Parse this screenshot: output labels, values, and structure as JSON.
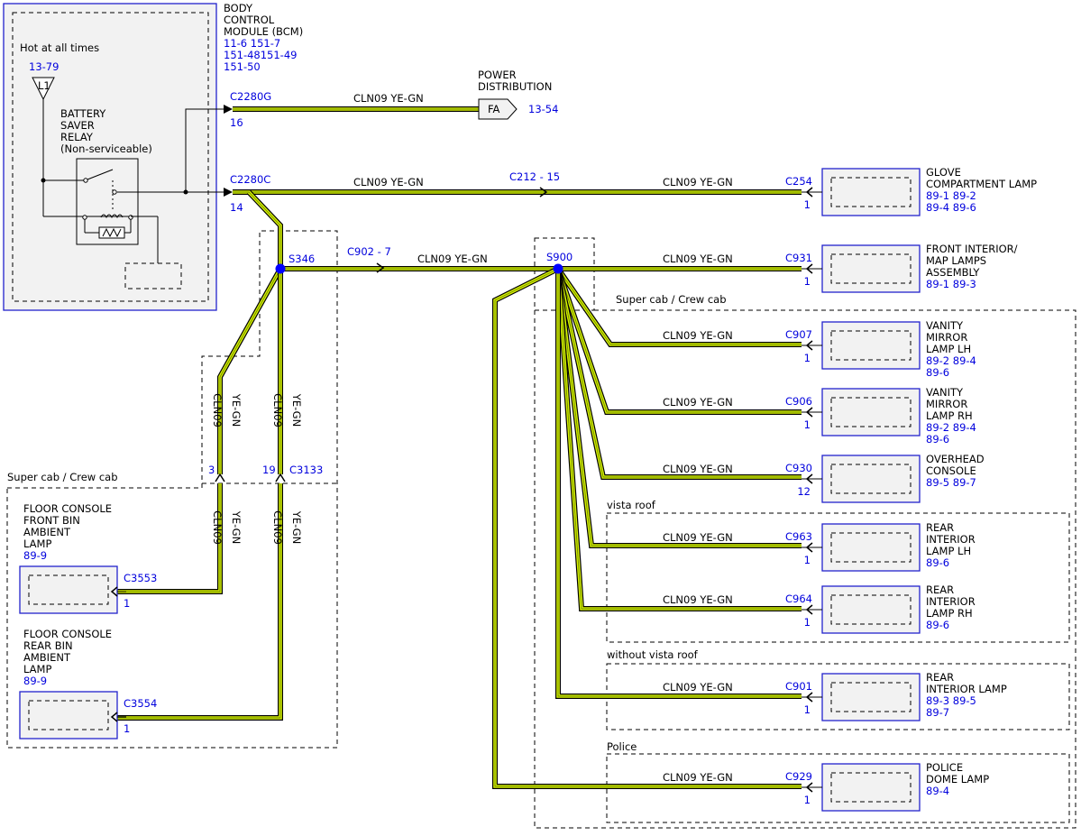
{
  "bcm": {
    "title": [
      "BODY",
      "CONTROL",
      "MODULE (BCM)"
    ],
    "refs": [
      "11-6  151-7",
      "151-48151-49",
      "151-50"
    ],
    "hot_label": "Hot at all times",
    "hot_ref": "13-79",
    "fuse": "L1",
    "relay_label": [
      "BATTERY",
      "SAVER",
      "RELAY",
      "(Non-serviceable)"
    ]
  },
  "power_dist": {
    "title": [
      "POWER",
      "DISTRIBUTION"
    ],
    "connector": "FA",
    "ref": "13-54"
  },
  "wire": {
    "circuit": "CLN09",
    "color": "YE-GN"
  },
  "connectors": {
    "c2280g": "C2280G",
    "c2280g_pin": "16",
    "c2280c": "C2280C",
    "c2280c_pin": "14",
    "c212": "C212 - 15",
    "c902": "C902 - 7",
    "s346": "S346",
    "s900": "S900",
    "c3133": "C3133",
    "c3133_pin": "19",
    "inline_pin": "3",
    "c3553": "C3553",
    "c3554": "C3554"
  },
  "regions": {
    "super_crew_left": "Super cab / Crew cab",
    "super_crew_right": "Super cab / Crew cab",
    "vista": "vista roof",
    "without_vista": "without vista roof",
    "police": "Police"
  },
  "components": [
    {
      "connector": "C254",
      "pin": "1",
      "name": [
        "GLOVE",
        "COMPARTMENT LAMP"
      ],
      "refs": [
        "89-1  89-2",
        "89-4  89-6"
      ]
    },
    {
      "connector": "C931",
      "pin": "1",
      "name": [
        "FRONT INTERIOR/",
        "MAP LAMPS",
        "ASSEMBLY"
      ],
      "refs": [
        "89-1  89-3"
      ]
    },
    {
      "connector": "C907",
      "pin": "1",
      "name": [
        "VANITY",
        "MIRROR",
        "LAMP LH"
      ],
      "refs": [
        "89-2  89-4",
        "89-6"
      ]
    },
    {
      "connector": "C906",
      "pin": "1",
      "name": [
        "VANITY",
        "MIRROR",
        "LAMP RH"
      ],
      "refs": [
        "89-2  89-4",
        "89-6"
      ]
    },
    {
      "connector": "C930",
      "pin": "12",
      "name": [
        "OVERHEAD",
        "CONSOLE"
      ],
      "refs": [
        "89-5  89-7"
      ]
    },
    {
      "connector": "C963",
      "pin": "1",
      "name": [
        "REAR",
        "INTERIOR",
        "LAMP LH"
      ],
      "refs": [
        "89-6"
      ]
    },
    {
      "connector": "C964",
      "pin": "1",
      "name": [
        "REAR",
        "INTERIOR",
        "LAMP RH"
      ],
      "refs": [
        "89-6"
      ]
    },
    {
      "connector": "C901",
      "pin": "1",
      "name": [
        "REAR",
        "INTERIOR LAMP"
      ],
      "refs": [
        "89-3  89-5",
        "89-7"
      ]
    },
    {
      "connector": "C929",
      "pin": "1",
      "name": [
        "POLICE",
        "DOME LAMP"
      ],
      "refs": [
        "89-4"
      ]
    }
  ],
  "left_components": [
    {
      "connector": "C3553",
      "pin": "1",
      "name": [
        "FLOOR CONSOLE",
        "FRONT BIN",
        "AMBIENT",
        "LAMP"
      ],
      "ref": "89-9"
    },
    {
      "connector": "C3554",
      "pin": "1",
      "name": [
        "FLOOR CONSOLE",
        "REAR BIN",
        "AMBIENT",
        "LAMP"
      ],
      "ref": "89-9"
    }
  ]
}
